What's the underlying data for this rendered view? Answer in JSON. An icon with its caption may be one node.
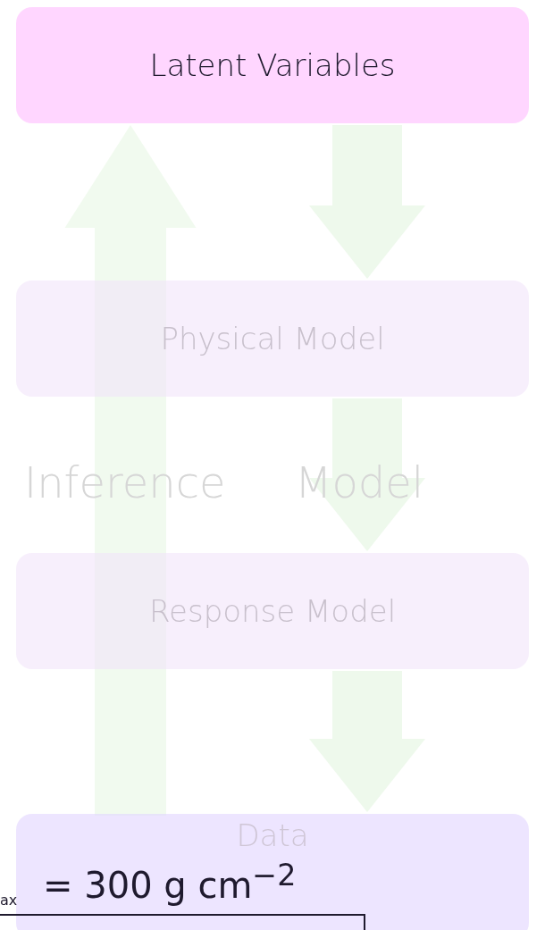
{
  "diagram": {
    "nodes": [
      {
        "text": [
          "Latent Variables"
        ]
      },
      {
        "text": [
          "Physical Model"
        ]
      },
      {
        "text": [
          "Response Model"
        ]
      },
      {
        "text": [
          "Data"
        ]
      }
    ],
    "edges": [
      {
        "from": 0,
        "to": 1,
        "arrow": "to"
      },
      {
        "from": 1,
        "to": 2,
        "arrow": "to"
      },
      {
        "from": 2,
        "to": 3,
        "arrow": "to"
      },
      {
        "from": 3,
        "to": 0,
        "arrow": "to"
      }
    ],
    "labels": [
      "Inference",
      "Model",
      "ax",
      "= 300 g cm$^{−2}$"
    ]
  }
}
